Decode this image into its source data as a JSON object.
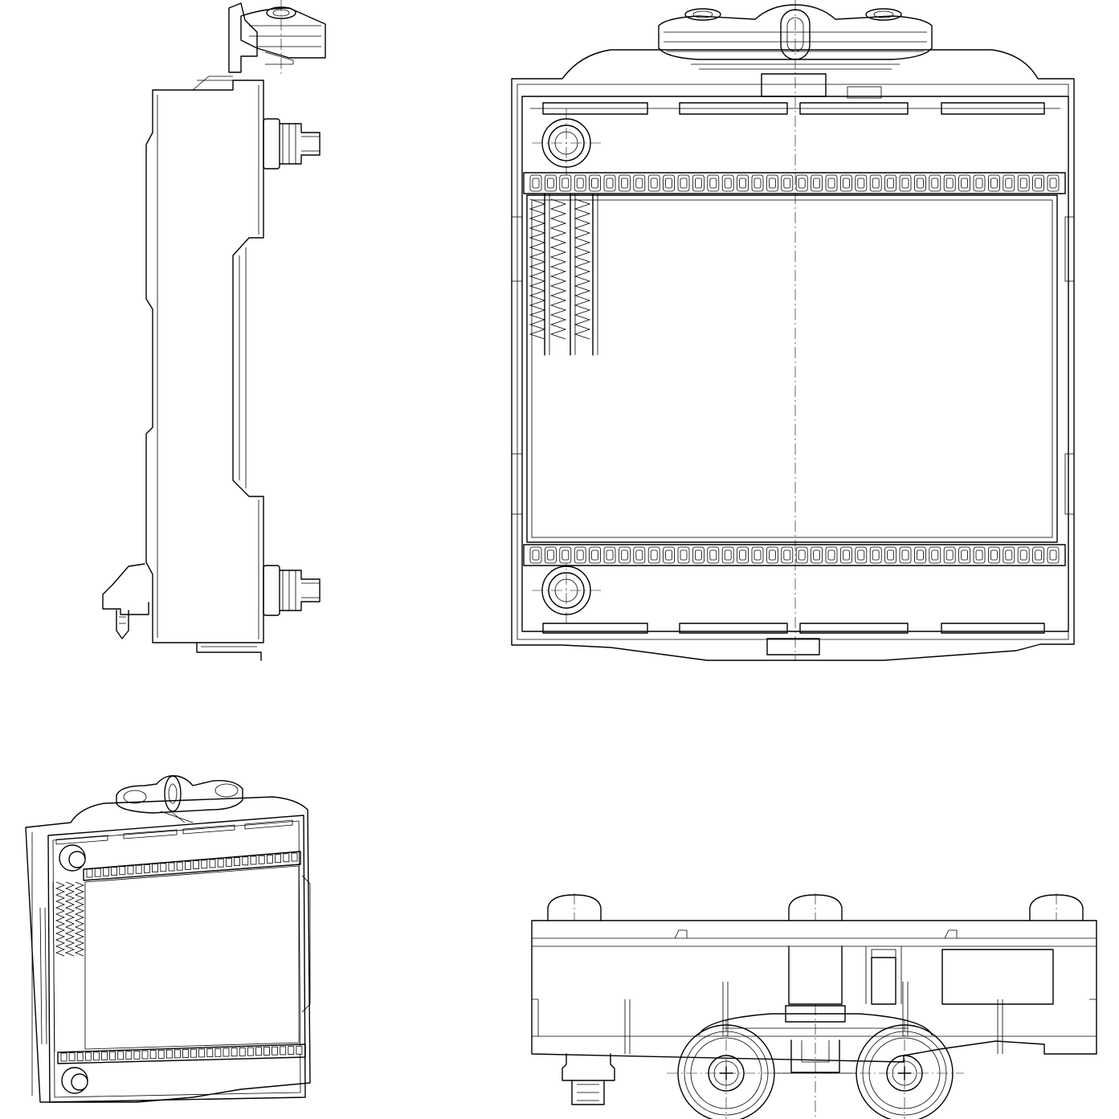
{
  "drawing": {
    "views": [
      {
        "id": "side-view"
      },
      {
        "id": "front-view"
      },
      {
        "id": "isometric-view"
      },
      {
        "id": "bottom-view"
      }
    ],
    "line_color": "#000000",
    "background_color": "#ffffff"
  }
}
